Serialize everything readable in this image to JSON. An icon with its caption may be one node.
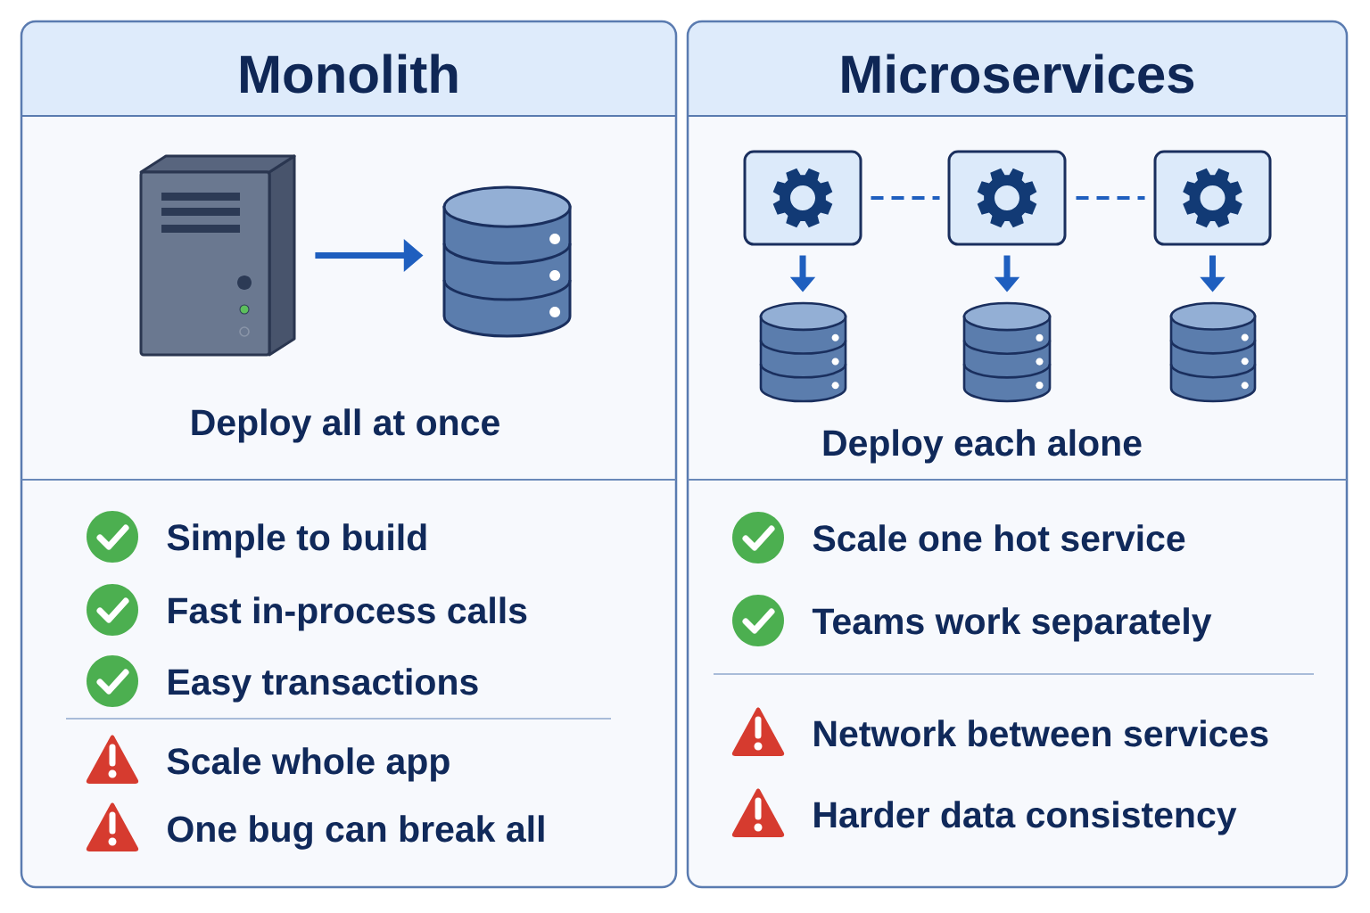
{
  "diagram": {
    "nodes": [
      {
        "text": [
          "Monolith"
        ]
      },
      {
        "text": [],
        "shape": "picture",
        "in": 0
      },
      {
        "text": [],
        "shape": "cylinder",
        "in": 0
      },
      {
        "text": [
          "Microservices"
        ]
      },
      {
        "text": [],
        "shape": "box",
        "in": 3
      },
      {
        "text": [],
        "shape": "box",
        "in": 3
      },
      {
        "text": [],
        "shape": "box",
        "in": 3
      },
      {
        "text": [],
        "shape": "cylinder",
        "in": 3
      },
      {
        "text": [],
        "shape": "cylinder",
        "in": 3
      },
      {
        "text": [],
        "shape": "cylinder",
        "in": 3
      }
    ],
    "edges": [
      {
        "from": 1,
        "to": 2,
        "arrow": "to"
      },
      {
        "from": 4,
        "to": 5,
        "arrow": "none",
        "style": "dashed"
      },
      {
        "from": 5,
        "to": 6,
        "arrow": "none",
        "style": "dashed"
      },
      {
        "from": 4,
        "to": 7,
        "arrow": "to"
      },
      {
        "from": 5,
        "to": 8,
        "arrow": "to"
      },
      {
        "from": 6,
        "to": 9,
        "arrow": "to"
      }
    ],
    "labels": [
      "Deploy all at once",
      "Simple to build",
      "Fast in-process calls",
      "Easy transactions",
      "Scale whole app",
      "One bug can break all",
      "Deploy each alone",
      "Scale one hot service",
      "Teams work separately",
      "Network between services",
      "Harder data consistency"
    ]
  }
}
